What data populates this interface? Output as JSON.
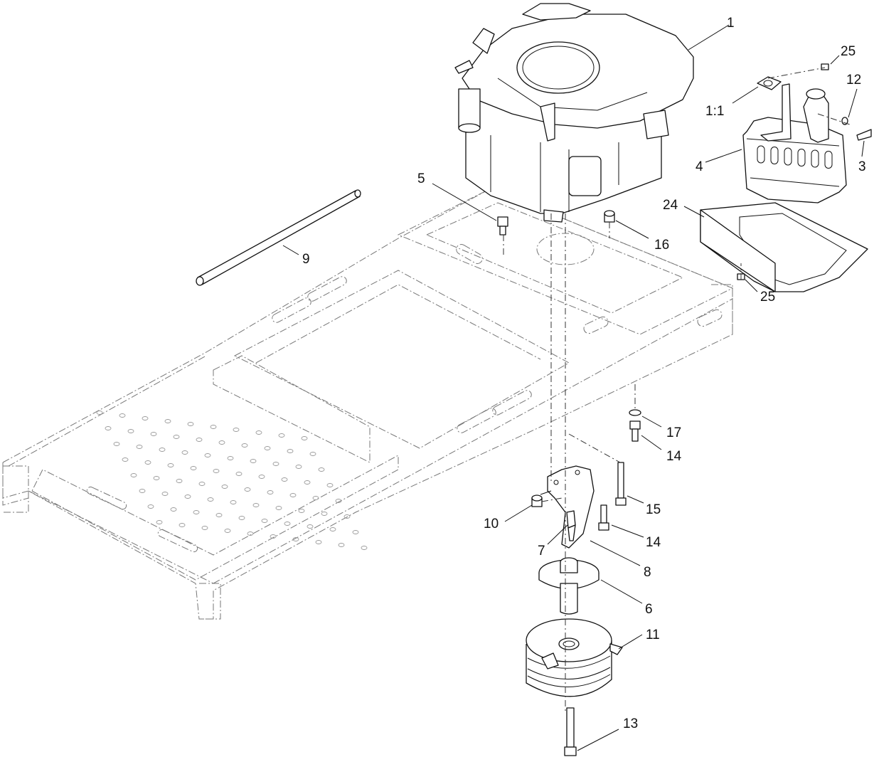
{
  "diagram": {
    "callouts": [
      {
        "id": "1",
        "label": "1"
      },
      {
        "id": "25a",
        "label": "25"
      },
      {
        "id": "12",
        "label": "12"
      },
      {
        "id": "1-1",
        "label": "1:1"
      },
      {
        "id": "4",
        "label": "4"
      },
      {
        "id": "3",
        "label": "3"
      },
      {
        "id": "5",
        "label": "5"
      },
      {
        "id": "24",
        "label": "24"
      },
      {
        "id": "16",
        "label": "16"
      },
      {
        "id": "9",
        "label": "9"
      },
      {
        "id": "25b",
        "label": "25"
      },
      {
        "id": "17",
        "label": "17"
      },
      {
        "id": "14a",
        "label": "14"
      },
      {
        "id": "15",
        "label": "15"
      },
      {
        "id": "10",
        "label": "10"
      },
      {
        "id": "14b",
        "label": "14"
      },
      {
        "id": "7",
        "label": "7"
      },
      {
        "id": "8",
        "label": "8"
      },
      {
        "id": "6",
        "label": "6"
      },
      {
        "id": "11",
        "label": "11"
      },
      {
        "id": "13",
        "label": "13"
      }
    ]
  }
}
